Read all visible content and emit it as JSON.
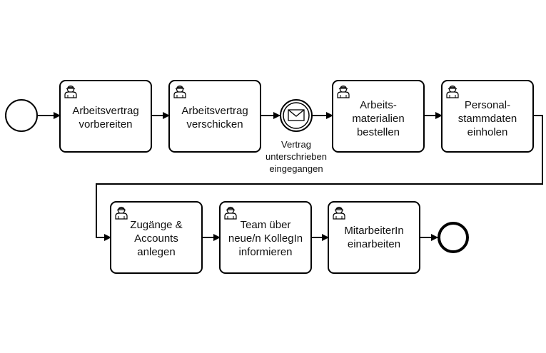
{
  "diagram": {
    "tasks": [
      {
        "id": "t1",
        "label": [
          "Arbeitsvertrag",
          "vorbereiten"
        ],
        "icon": "user-task-icon"
      },
      {
        "id": "t2",
        "label": [
          "Arbeitsvertrag",
          "verschicken"
        ],
        "icon": "user-task-icon"
      },
      {
        "id": "t3",
        "label": [
          "Arbeits-",
          "materialien",
          "bestellen"
        ],
        "icon": "user-task-icon"
      },
      {
        "id": "t4",
        "label": [
          "Personal-",
          "stammdaten",
          "einholen"
        ],
        "icon": "user-task-icon"
      },
      {
        "id": "t5",
        "label": [
          "Zugänge &",
          "Accounts",
          "anlegen"
        ],
        "icon": "user-task-icon"
      },
      {
        "id": "t6",
        "label": [
          "Team über",
          "neue/n KollegIn",
          "informieren"
        ],
        "icon": "user-task-icon"
      },
      {
        "id": "t7",
        "label": [
          "MitarbeiterIn",
          "einarbeiten"
        ],
        "icon": "user-task-icon"
      }
    ],
    "intermediate_event": {
      "id": "msg",
      "label": [
        "Vertrag",
        "unterschrieben",
        "eingegangen"
      ],
      "icon": "envelope-icon"
    },
    "start_event": {
      "id": "start"
    },
    "end_event": {
      "id": "end"
    },
    "colors": {
      "stroke": "#000000",
      "fill": "#ffffff"
    }
  }
}
